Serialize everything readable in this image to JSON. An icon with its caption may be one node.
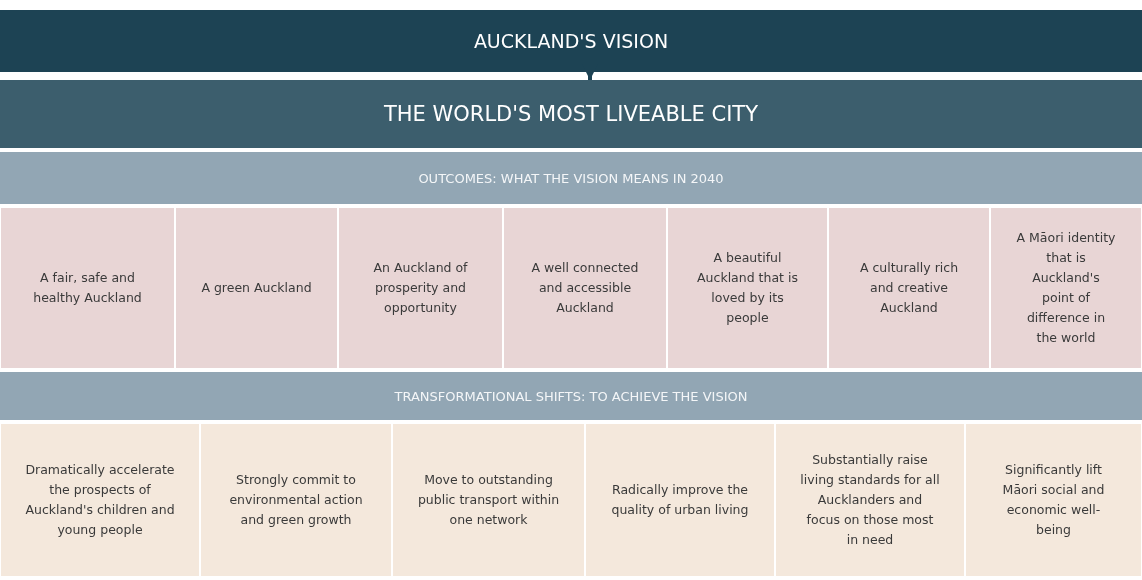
{
  "diagram": {
    "nodes": [
      {
        "text": [
          "AUCKLAND'S VISION"
        ]
      },
      {
        "text": [
          "THE WORLD'S MOST LIVEABLE CITY"
        ]
      },
      {
        "text": [
          "OUTCOMES: WHAT THE VISION MEANS IN 2040"
        ]
      },
      {
        "text": [
          "A fair, safe and healthy Auckland"
        ]
      },
      {
        "text": [
          "A green Auckland"
        ]
      },
      {
        "text": [
          "An Auckland of prosperity and opportunity"
        ]
      },
      {
        "text": [
          "A well connected and accessible Auckland"
        ]
      },
      {
        "text": [
          "A beautiful Auckland that is loved by its people"
        ]
      },
      {
        "text": [
          "A culturally rich and creative Auckland"
        ]
      },
      {
        "text": [
          "A Māori identity that is Auckland's point of difference in the world"
        ]
      },
      {
        "text": [
          "TRANSFORMATIONAL SHIFTS: TO ACHIEVE THE VISION"
        ]
      },
      {
        "text": [
          "Dramatically accelerate the prospects of Auckland's children and young people"
        ]
      },
      {
        "text": [
          "Strongly commit to environmental action and green growth"
        ]
      },
      {
        "text": [
          "Move to outstanding public transport within one network"
        ]
      },
      {
        "text": [
          "Radically improve the quality of urban living"
        ]
      },
      {
        "text": [
          "Substantially raise living standards for all Aucklanders and focus on those most in need"
        ]
      },
      {
        "text": [
          "Significantly lift Māori social and economic well-being"
        ]
      }
    ],
    "edges": [
      {
        "from": 0,
        "to": 1,
        "arrow": "to"
      }
    ]
  }
}
